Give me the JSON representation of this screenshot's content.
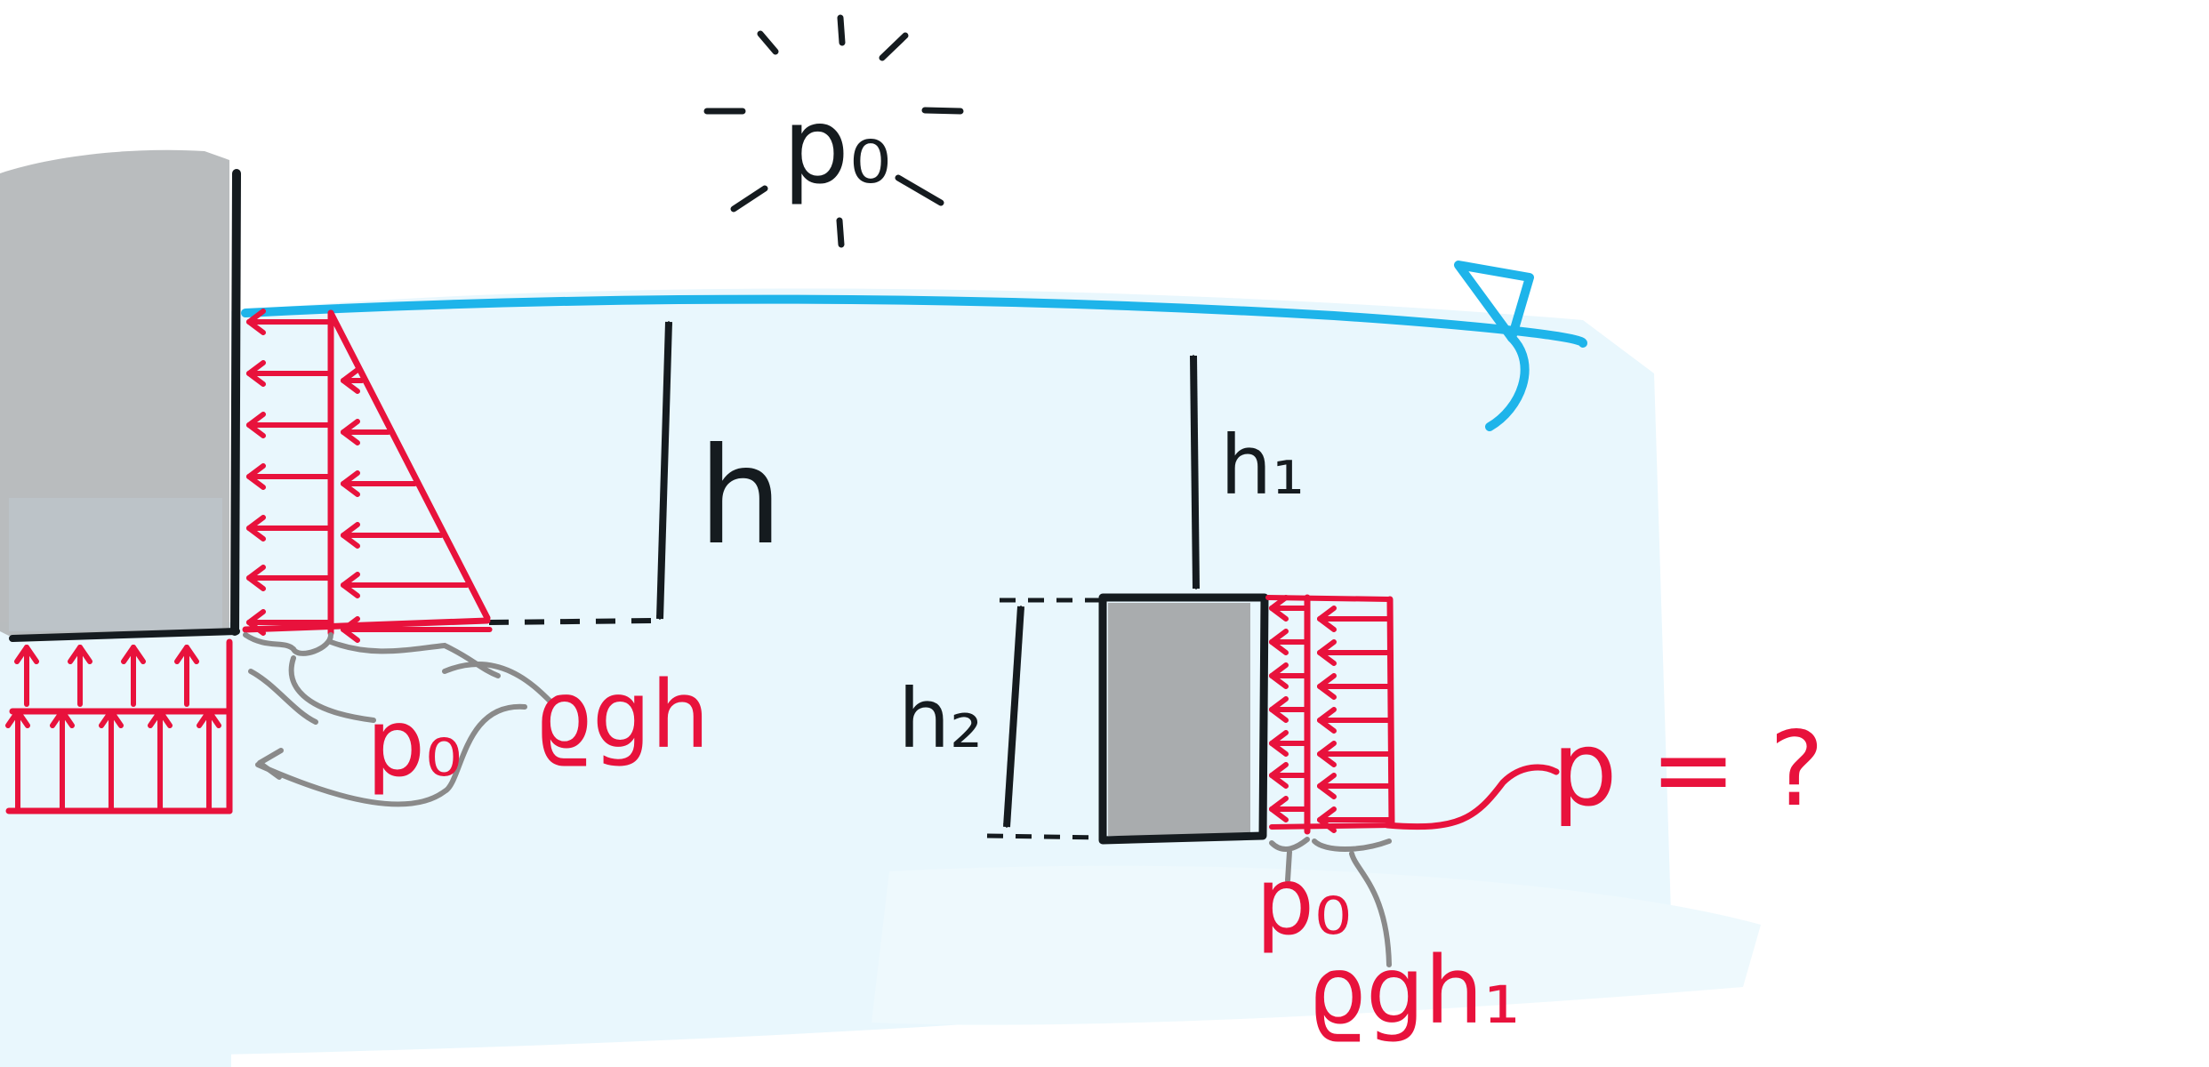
{
  "diagram": {
    "labels": {
      "atmospheric_pressure": "p₀",
      "depth": "h",
      "depth_to_top": "h₁",
      "block_height": "h₂",
      "wall_p0": "p₀",
      "wall_rho_g_h": "ϱgh",
      "block_p0": "p₀",
      "block_rho_g_h1": "ϱgh₁",
      "unknown_pressure": "p = ?"
    },
    "colors": {
      "water_surface": "#1eb4ea",
      "water_body": "#e9f7fd",
      "solid_gray": "#b3b6b8",
      "block_gray": "#a9acae",
      "pressure_arrows": "#e8123c",
      "outline": "#151b1f",
      "leader_lines": "#8a8a8a"
    },
    "icons": [
      "water-level-triangle-icon",
      "sun-rays-icon"
    ]
  }
}
